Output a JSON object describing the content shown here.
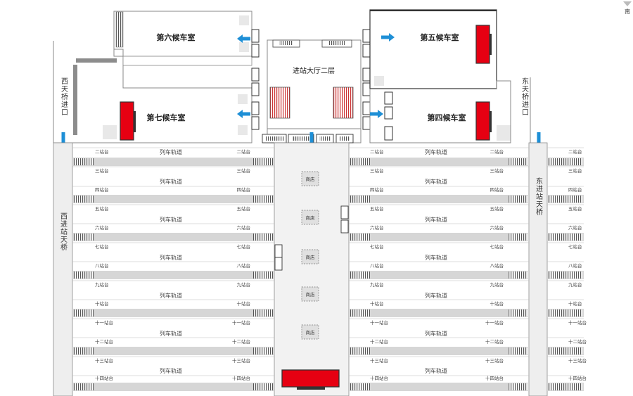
{
  "compass": {
    "label": "南"
  },
  "colors": {
    "outline": "#9a9a9a",
    "dark": "#3a3a3a",
    "arrow": "#1e8fd6",
    "billboard": "#e60012",
    "track": "#d6d6d6",
    "corridor": "#eeeeee",
    "text": "#333333"
  },
  "rooms": {
    "waiting6": "第六候车室",
    "waiting5": "第五候车室",
    "waiting7": "第七候车室",
    "waiting4": "第四候车室",
    "hall": "进站大厅二层"
  },
  "entrances": {
    "west": "西天桥进口",
    "east": "东天桥进口"
  },
  "overpasses": {
    "west": "西进站天桥",
    "east": "东进站天桥"
  },
  "track_label": "列车轨道",
  "platforms": [
    "二站台",
    "三站台",
    "四站台",
    "五站台",
    "六站台",
    "七站台",
    "八站台",
    "九站台",
    "十站台",
    "十一站台",
    "十二站台",
    "十三站台",
    "十四站台"
  ],
  "shops": [
    "商店",
    "商店",
    "商店",
    "商店",
    "商店"
  ]
}
